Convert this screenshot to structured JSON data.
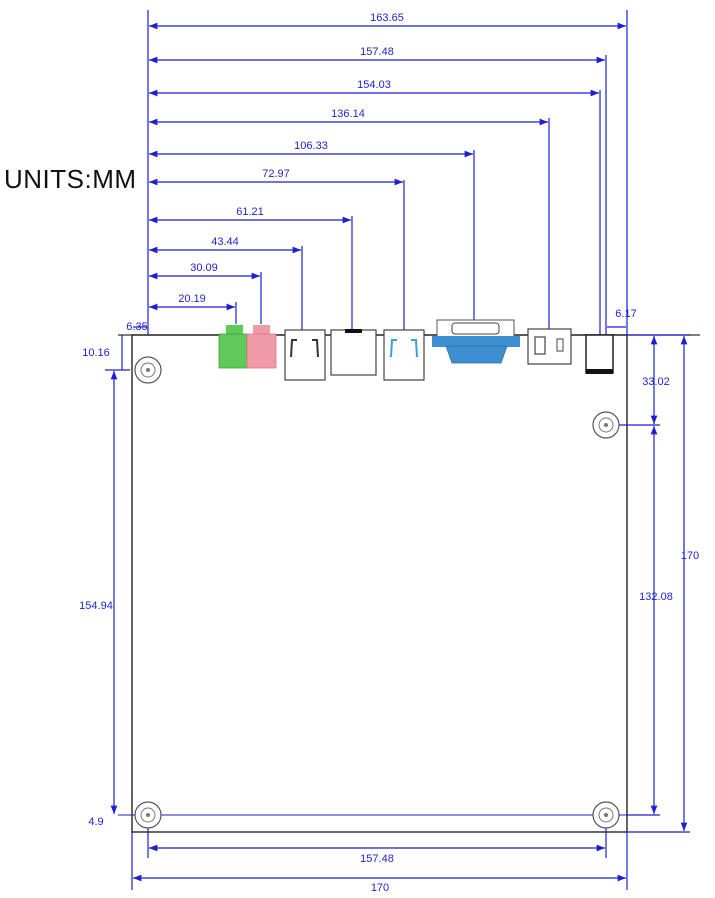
{
  "units_label": "UNITS:MM",
  "colors": {
    "dimension": "#1f1fcf",
    "outline": "#333333",
    "audio_green": "#5fc95a",
    "audio_pink": "#ef9aa6",
    "vga": "#3d8fd1",
    "usb3_blue": "#2ea6d8"
  },
  "horizontal_dimensions": [
    {
      "label": "163.65"
    },
    {
      "label": "157.48"
    },
    {
      "label": "154.03"
    },
    {
      "label": "136.14"
    },
    {
      "label": "106.33"
    },
    {
      "label": "72.97"
    },
    {
      "label": "61.21"
    },
    {
      "label": "43.44"
    },
    {
      "label": "30.09"
    },
    {
      "label": "20.19"
    }
  ],
  "small_labels": {
    "left_offset": "6.35",
    "right_offset": "6.17",
    "top_hole": "10.16",
    "bottom_hole": "4.9",
    "left_height": "154.94",
    "right_hole_top": "33.02",
    "right_hole_span": "132.08",
    "board_height": "170",
    "bottom_holes_span": "157.48",
    "board_width": "170"
  },
  "connectors": [
    {
      "icon": "audio-jack-green-icon"
    },
    {
      "icon": "audio-jack-pink-icon"
    },
    {
      "icon": "usb-port-icon"
    },
    {
      "icon": "ethernet-port-icon"
    },
    {
      "icon": "usb3-port-icon"
    },
    {
      "icon": "vga-port-icon"
    },
    {
      "icon": "power-connector-icon"
    },
    {
      "icon": "dc-jack-icon"
    }
  ]
}
